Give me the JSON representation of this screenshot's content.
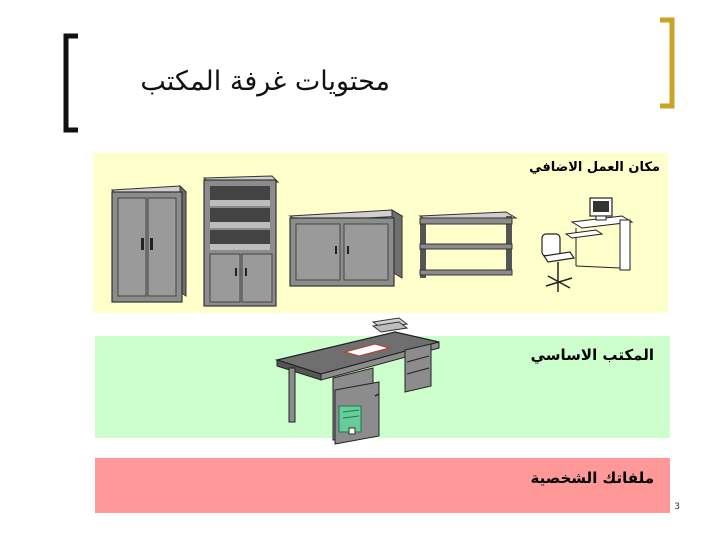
{
  "slide": {
    "title": "محتويات غرفة المكتب",
    "page_number": "3"
  },
  "panels": [
    {
      "id": "extra-workspace",
      "label": "مكان العمل الاضافي",
      "color": "#ffffcc"
    },
    {
      "id": "main-desk",
      "label": "المكتب الاساسي",
      "color": "#ccffcc"
    },
    {
      "id": "personal-files",
      "label": "ملفاتك الشخصية",
      "color": "#ff9999"
    }
  ],
  "colors": {
    "bracket_left": "#111111",
    "bracket_right": "#c9a227",
    "furniture_body": "#8c8c8c",
    "furniture_dark": "#555555",
    "furniture_light": "#bdbdbd",
    "file_folder": "#66cc99"
  },
  "icons": [
    "wardrobe-icon",
    "bookcase-cabinet-icon",
    "low-cabinet-icon",
    "open-shelf-icon",
    "computer-workstation-icon",
    "office-desk-icon"
  ]
}
